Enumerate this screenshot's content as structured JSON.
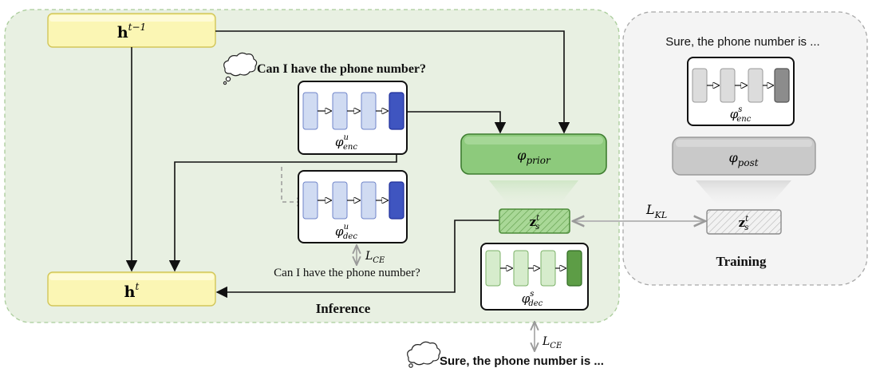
{
  "colors": {
    "inference_bg": "#e8f0e2",
    "training_bg": "#f4f4f4",
    "state_box": "#fbf6b4",
    "prior_green": "#8dca7c",
    "post_gray": "#c9c9c9",
    "enc_blue": "#d0dbf2",
    "enc_dark_blue": "#3f55c0",
    "dec_green": "#d6eccc",
    "dec_dark_green": "#5d9d46"
  },
  "state_prev": {
    "base": "h",
    "sup": "t−1"
  },
  "state_curr": {
    "base": "h",
    "sup": "t"
  },
  "user_utterance_thought": "Can I have the phone number?",
  "user_reconstruction": "Can I have the phone number?",
  "system_training_text": "Sure, the phone number is ...",
  "system_output_thought": "Sure, the phone number is ...",
  "encoder_user": {
    "base": "φ",
    "sup": "u",
    "sub": "enc"
  },
  "decoder_user": {
    "base": "φ",
    "sup": "u",
    "sub": "dec"
  },
  "encoder_system": {
    "base": "φ",
    "sup": "s",
    "sub": "enc"
  },
  "decoder_system": {
    "base": "φ",
    "sup": "s",
    "sub": "dec"
  },
  "prior": {
    "base": "φ",
    "sub": "prior"
  },
  "posterior": {
    "base": "φ",
    "sub": "post"
  },
  "latent_inference": {
    "base": "z",
    "sup": "t",
    "sub": "s"
  },
  "latent_training": {
    "base": "z",
    "sup": "t",
    "sub": "s"
  },
  "loss_kl": {
    "base": "L",
    "sub": "KL"
  },
  "loss_ce_user": {
    "base": "L",
    "sub": "CE"
  },
  "loss_ce_system": {
    "base": "L",
    "sub": "CE"
  },
  "inference_label": "Inference",
  "training_label": "Training"
}
